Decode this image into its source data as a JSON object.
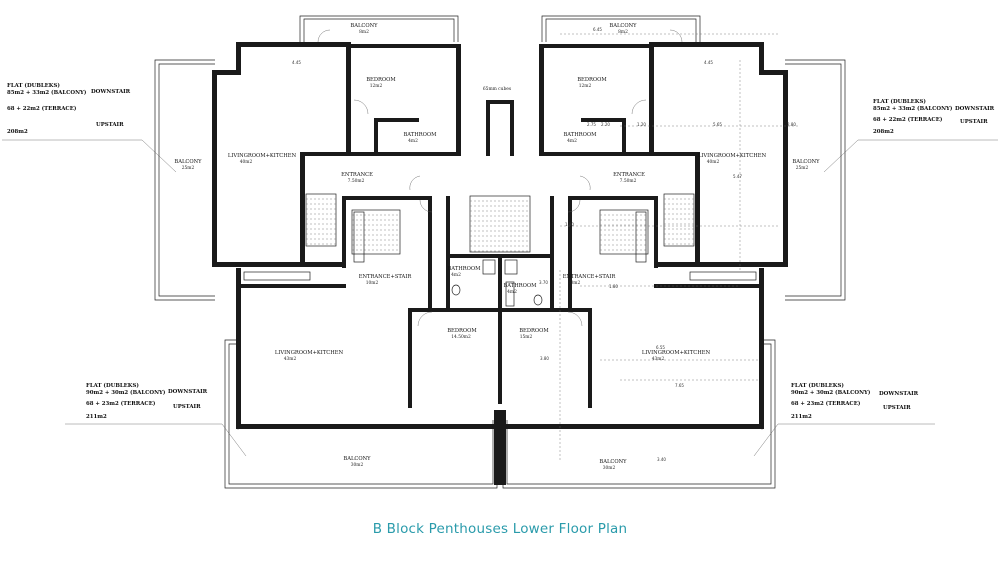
{
  "caption": "B Block Penthouses Lower Floor Plan",
  "rooms": {
    "balcony_top_left": {
      "name": "BALCONY",
      "area": "8m2"
    },
    "balcony_top_right": {
      "name": "BALCONY",
      "area": "8m2"
    },
    "bedroom_tl": {
      "name": "BEDROOM",
      "area": "12m2"
    },
    "bedroom_tr": {
      "name": "BEDROOM",
      "area": "12m2"
    },
    "bathroom_tl": {
      "name": "BATHROOM",
      "area": "4m2"
    },
    "bathroom_tr": {
      "name": "BATHROOM",
      "area": "4m2"
    },
    "living_tl": {
      "name": "LIVINGROOM+KITCHEN",
      "area": "40m2"
    },
    "living_tr": {
      "name": "LIVINGROOM+KITCHEN",
      "area": "40m2"
    },
    "balcony_left": {
      "name": "BALCONY",
      "area": "25m2"
    },
    "balcony_right": {
      "name": "BALCONY",
      "area": "25m2"
    },
    "entrance_l": {
      "name": "ENTRANCE",
      "area": "7.50m2"
    },
    "entrance_r": {
      "name": "ENTRANCE",
      "area": "7.50m2"
    },
    "entrance_stair_l": {
      "name": "ENTRANCE+STAIR",
      "area": "10m2"
    },
    "entrance_stair_r": {
      "name": "ENTRANCE+STAIR",
      "area": "10m2"
    },
    "bathroom_cl": {
      "name": "BATHROOM",
      "area": "4m2"
    },
    "bathroom_cr": {
      "name": "BATHROOM",
      "area": "4m2"
    },
    "bedroom_bl": {
      "name": "BEDROOM",
      "area": "14.50m2"
    },
    "bedroom_br": {
      "name": "BEDROOM",
      "area": "15m2"
    },
    "living_bl": {
      "name": "LIVINGROOM+KITCHEN",
      "area": "43m2"
    },
    "living_br": {
      "name": "LIVINGROOM+KITCHEN",
      "area": "43m2"
    },
    "balcony_bl": {
      "name": "BALCONY",
      "area": "30m2"
    },
    "balcony_br": {
      "name": "BALCONY",
      "area": "30m2"
    },
    "shaft": "65mm cubes"
  },
  "notes": {
    "tl": {
      "line1": "FLAT (DUBLEKS)",
      "line2": "85m2 + 33m2 (BALCONY)",
      "line3": "68     + 22m2   (TERRACE)",
      "total": "208m2",
      "down": "DOWNSTAIR",
      "up": "UPSTAIR"
    },
    "tr": {
      "line1": "FLAT (DUBLEKS)",
      "line2": "85m2 + 33m2 (BALCONY)",
      "line3": "68     + 22m2   (TERRACE)",
      "total": "208m2",
      "down": "DOWNSTAIR",
      "up": "UPSTAIR"
    },
    "bl": {
      "line1": "FLAT (DUBLEKS)",
      "line2": "90m2 + 30m2  (BALCONY)",
      "line3": "68     + 23m2   (TERRACE)",
      "total": "211m2",
      "down": "DOWNSTAIR",
      "up": "UPSTAIR"
    },
    "br": {
      "line1": "FLAT (DUBLEKS)",
      "line2": "90m2 + 30m2  (BALCONY)",
      "line3": "68     + 23m2   (TERRACE)",
      "total": "211m2",
      "down": "DOWNSTAIR",
      "up": "UPSTAIR"
    }
  },
  "dims": [
    "4.45",
    "6.45",
    "1.80",
    "2.20",
    "2.75",
    "3.70",
    "1.80",
    "4.45",
    "5.65",
    "2.80",
    "1.20",
    "3.80",
    "6.55",
    "5.47",
    "7.65",
    "3.40"
  ]
}
